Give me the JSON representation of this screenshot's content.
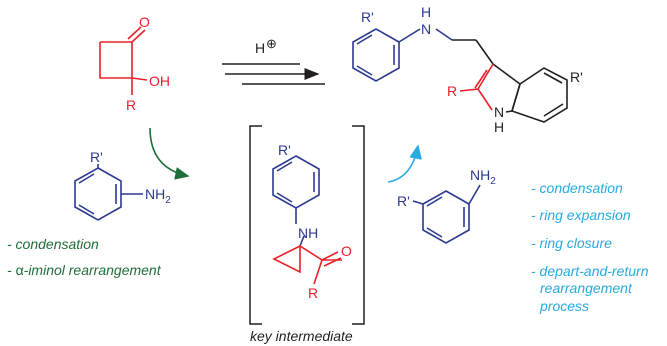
{
  "reagent": {
    "label": "H",
    "charge": "⊕"
  },
  "cyclobutanone": {
    "oh": "OH",
    "o": "O",
    "r": "R"
  },
  "product": {
    "r_prime_left": "R'",
    "nh": "N",
    "nh_h": "H",
    "r_prime_right": "R'",
    "r2": "R",
    "indole_n": "N",
    "indole_h": "H"
  },
  "left_aniline": {
    "r_prime": "R'",
    "nh2": "NH",
    "sub": "2"
  },
  "intermediate": {
    "r_prime": "R'",
    "nh": "NH",
    "o": "O",
    "r": "R",
    "caption": "key intermediate"
  },
  "right_aniline": {
    "r_prime": "R'",
    "nh2": "NH",
    "sub": "2"
  },
  "left_steps": {
    "s1": "- condensation",
    "s2_prefix": "- ",
    "s2_alpha": "α",
    "s2_rest": "-iminol rearrangement"
  },
  "right_steps": {
    "s1": "- condensation",
    "s2": "- ring expansion",
    "s3": "- ring closure",
    "s4a": "- depart-and-return",
    "s4b": "rearrangement",
    "s4c": "process"
  },
  "colors": {
    "red": "#e8202a",
    "blue": "#2b3990",
    "green": "#1f6e3a",
    "cyan": "#27aae1",
    "black": "#231f20"
  }
}
